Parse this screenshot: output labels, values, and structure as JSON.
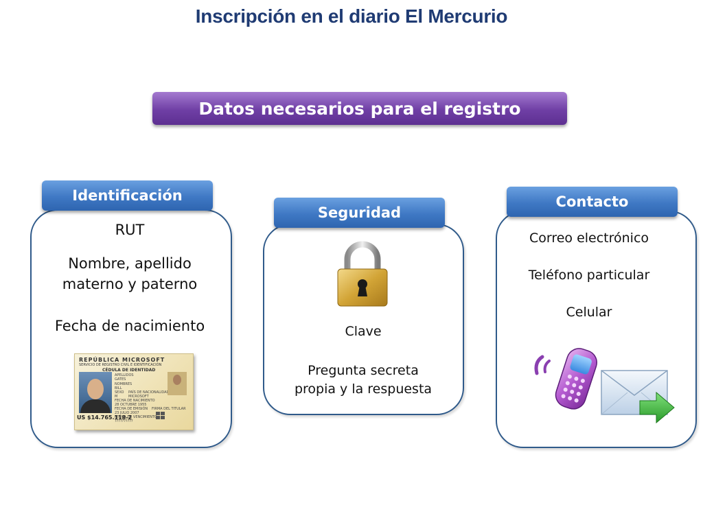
{
  "title": "Inscripción en el diario El Mercurio",
  "banner": "Datos necesarios para el registro",
  "identificacion": {
    "tab": "Identificación",
    "items": [
      "RUT",
      "Nombre, apellido",
      "materno y paterno",
      "Fecha de nacimiento"
    ]
  },
  "seguridad": {
    "tab": "Seguridad",
    "items": [
      "Clave",
      "Pregunta secreta",
      "propia y la respuesta"
    ]
  },
  "contacto": {
    "tab": "Contacto",
    "items": [
      "Correo electrónico",
      "Teléfono particular",
      "Celular"
    ]
  },
  "id_card": {
    "header": "REPÚBLICA  MICROSOFT",
    "subheader": "SERVICIO DE REGISTRO CIVIL E IDENTIFICACIÓN",
    "doc_type": "CÉDULA DE IDENTIDAD",
    "apellidos_label": "APELLIDOS",
    "apellidos": "GATES",
    "nombres_label": "NOMBRES",
    "nombres": "BILL",
    "sexo_label": "SEXO",
    "sexo": "M",
    "nac_label": "PAÍS DE NACIONALIDAD",
    "nac": "MICROSOFT",
    "fecha_nac_label": "FECHA DE NACIMIENTO",
    "fecha_nac": "28 OCTUBRE 1955",
    "emision_label": "FECHA DE EMISIÓN",
    "emision": "23 JULIO 2007",
    "firma_label": "FIRMA DEL TITULAR",
    "venc_label": "FECHA DE VENCIMIENTO",
    "venc": "??????????",
    "number": "US $14.765.118-2"
  },
  "colors": {
    "title": "#1f3b73",
    "banner": "#6f3fa5",
    "tab": "#3f78c4",
    "card_border": "#2f5a8a"
  }
}
